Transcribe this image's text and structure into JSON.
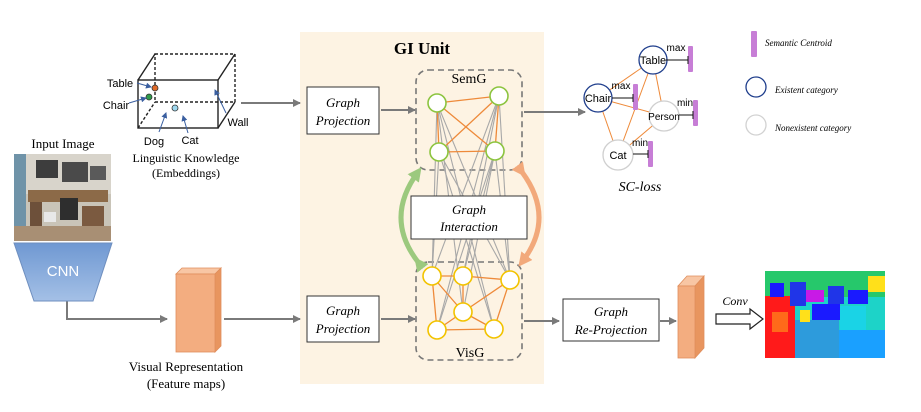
{
  "gi_unit": {
    "title": "GI Unit"
  },
  "semg": {
    "label": "SemG"
  },
  "visg": {
    "label": "VisG"
  },
  "graph_projection_top": {
    "line1": "Graph",
    "line2": "Projection"
  },
  "graph_projection_bottom": {
    "line1": "Graph",
    "line2": "Projection"
  },
  "graph_interaction": {
    "line1": "Graph",
    "line2": "Interaction"
  },
  "graph_reprojection": {
    "line1": "Graph",
    "line2": "Re-Projection"
  },
  "input_image": {
    "label": "Input Image"
  },
  "cnn": {
    "label": "CNN"
  },
  "linguistic": {
    "words": [
      "Table",
      "Chair",
      "Dog",
      "Cat",
      "Wall"
    ],
    "caption1": "Linguistic Knowledge",
    "caption2": "(Embeddings)"
  },
  "visual_rep": {
    "caption1": "Visual Representation",
    "caption2": "(Feature maps)"
  },
  "conv": {
    "label": "Conv"
  },
  "sc_loss": {
    "label": "SC-loss",
    "nodes": [
      "Table",
      "Chair",
      "Person",
      "Cat"
    ],
    "annotations": [
      "max",
      "max",
      "min",
      "min"
    ]
  },
  "legend": {
    "centroid": "Semantic Centroid",
    "existent": "Existent category",
    "nonexistent": "Nonexistent category"
  },
  "colors": {
    "gi_panel": "#fdf3e3",
    "semg_node": "#8cc43f",
    "visg_node": "#f2c300",
    "edge_orange": "#ee8a3a",
    "edge_gray": "#a8a8a8",
    "cnn": "#7ea3d6",
    "feature_map": "#f3ad80",
    "centroid": "#c77ed6",
    "existent": "#1f3e8c",
    "arrow_green": "#9cc97e",
    "arrow_orange": "#f2a97b"
  }
}
